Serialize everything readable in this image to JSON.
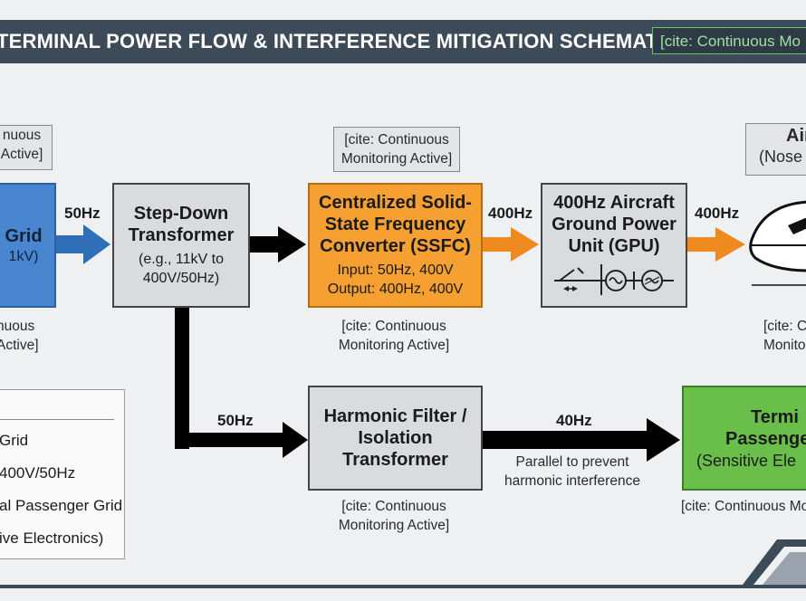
{
  "header": {
    "title": "TERMINAL POWER FLOW & INTERFERENCE MITIGATION SCHEMATIC",
    "cite": "[cite: Continuous Mo"
  },
  "nodes": {
    "grid": {
      "title": "Grid",
      "sub": "1kV)"
    },
    "stepdown": {
      "title_1": "Step-Down",
      "title_2": "Transformer",
      "sub_1": "(e.g., 11kV to",
      "sub_2": "400V/50Hz)"
    },
    "ssfc": {
      "title_1": "Centralized Solid-",
      "title_2": "State Frequency",
      "title_3": "Converter (SSFC)",
      "sub_1": "Input: 50Hz, 400V",
      "sub_2": "Output: 400Hz, 400V"
    },
    "gpu": {
      "title_1": "400Hz Aircraft",
      "title_2": "Ground Power",
      "title_3": "Unit (GPU)"
    },
    "aircraft": {
      "title": "Air",
      "sub": "(Nose"
    },
    "harmonic": {
      "title_1": "Harmonic Filter /",
      "title_2": "Isolation",
      "title_3": "Transformer"
    },
    "terminal": {
      "title_1": "Termi",
      "title_2": "Passenge",
      "sub": "(Sensitive Ele"
    }
  },
  "notes": {
    "grid_top": [
      "nuous",
      "Active]"
    ],
    "grid_bottom": [
      "nuous",
      "Active]"
    ],
    "ssfc_top": [
      "[cite: Continuous",
      "Monitoring Active]"
    ],
    "ssfc_bottom": [
      "[cite: Continuous",
      "Monitoring Active]"
    ],
    "aircraft_bottom": [
      "[cite: C",
      "Monito"
    ],
    "harmonic_bottom": [
      "[cite: Continuous",
      "Monitoring Active]"
    ],
    "terminal_bottom": "[cite: Continuous Mo",
    "parallel": [
      "Parallel to prevent",
      "harmonic interference"
    ]
  },
  "frequencies": {
    "grid_to_stepdown": "50Hz",
    "ssfc_to_gpu": "400Hz",
    "gpu_to_aircraft": "400Hz",
    "stepdown_to_harmonic": "50Hz",
    "harmonic_to_terminal": "40Hz"
  },
  "legend": {
    "items": [
      "Grid",
      "400V/50Hz",
      "al Passenger Grid",
      "ive Electronics)"
    ]
  },
  "colors": {
    "header_bg": "#3d4a58",
    "grid_blue": "#4a86cf",
    "ssfc_orange": "#f5a030",
    "terminal_green": "#6abf4b",
    "box_gray": "#d9dbde",
    "arrow_blue": "#2e6fb8",
    "arrow_orange": "#ef8a1f",
    "arrow_black": "#000000"
  },
  "icons": [
    "switch-icon",
    "ac-source-icon",
    "ac-output-icon",
    "aircraft-icon"
  ]
}
